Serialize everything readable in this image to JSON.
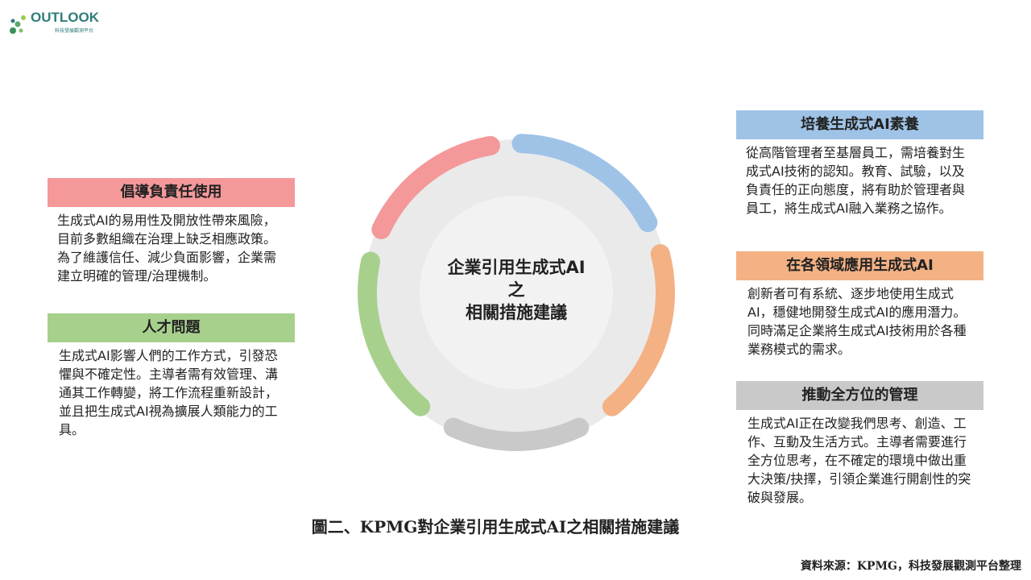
{
  "brand": {
    "logo_text": "OUTLOOK",
    "logo_subtitle": "科技發展觀測平台",
    "logo_color": "#2e7d7a"
  },
  "diagram": {
    "center_lines": [
      "企業引用生成式AI",
      "之",
      "相關措施建議"
    ],
    "ring_color": "#eaeaea",
    "inner_color": "#f2f2f2",
    "segments": [
      {
        "name": "blue",
        "color": "#9fc3e7"
      },
      {
        "name": "orange",
        "color": "#f3b184"
      },
      {
        "name": "gray",
        "color": "#c9c9c9"
      },
      {
        "name": "green",
        "color": "#a8d08d"
      },
      {
        "name": "red",
        "color": "#f4989a"
      }
    ]
  },
  "panels": {
    "responsible": {
      "title": "倡導負責任使用",
      "color": "#f4989a",
      "text": "生成式AI的易用性及開放性帶來風險，目前多數組織在治理上缺乏相應政策。為了維護信任、減少負面影響，企業需建立明確的管理/治理機制。"
    },
    "talent": {
      "title": "人才問題",
      "color": "#a8d08d",
      "text": "生成式AI影響人們的工作方式，引發恐懼與不確定性。主導者需有效管理、溝通其工作轉變，將工作流程重新設計，並且把生成式AI視為擴展人類能力的工具。"
    },
    "literacy": {
      "title": "培養生成式AI素養",
      "color": "#9fc3e7",
      "text": "從高階管理者至基層員工，需培養對生成式AI技術的認知。教育、試驗，以及負責任的正向態度，將有助於管理者與員工，將生成式AI融入業務之協作。"
    },
    "domains": {
      "title": "在各領域應用生成式AI",
      "color": "#f3b184",
      "text": "創新者可有系統、逐步地使用生成式AI，穩健地開發生成式AI的應用潛力。同時滿足企業將生成式AI技術用於各種業務模式的需求。"
    },
    "management": {
      "title": "推動全方位的管理",
      "color": "#c9c9c9",
      "text": "生成式AI正在改變我們思考、創造、工作、互動及生活方式。主導者需要進行全方位思考，在不確定的環境中做出重大決策/抉擇，引領企業進行開創性的突破與發展。"
    }
  },
  "caption": "圖二、KPMG對企業引用生成式AI之相關措施建議",
  "source": "資料來源：KPMG，科技發展觀測平台整理"
}
